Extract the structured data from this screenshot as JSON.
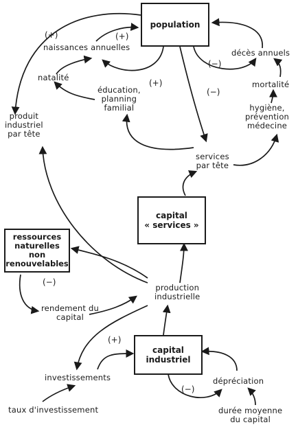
{
  "colors": {
    "ink": "#1a1a1a",
    "paper": "#ffffff"
  },
  "boxes": {
    "population": "population",
    "capital_services": "capital\n« services »",
    "ressources": "ressources\nnaturelles\nnon\nrenouvelables",
    "capital_industriel": "capital\nindustriel"
  },
  "labels": {
    "naissances": "naissances annuelles",
    "deces": "décès annuels",
    "natalite": "natalité",
    "mortalite": "mortalité",
    "education": "éducation,\nplanning\nfamilial",
    "hygiene": "hygiène,\nprévention\nmédecine",
    "produit": "produit\nindustriel\npar tête",
    "services_tete": "services\npar tête",
    "production": "production\nindustrielle",
    "rendement": "rendement du\ncapital",
    "investissements": "investissements",
    "taux": "taux d'investissement",
    "depreciation": "dépréciation",
    "duree": "durée moyenne\ndu capital"
  },
  "signs": {
    "plus_natalite": "(+)",
    "plus_naissances": "(+)",
    "plus_education": "(+)",
    "minus_deces": "(−)",
    "minus_mortalite": "(−)",
    "minus_ressources": "(−)",
    "plus_investissements": "(+)",
    "minus_depreciation": "(−)"
  }
}
